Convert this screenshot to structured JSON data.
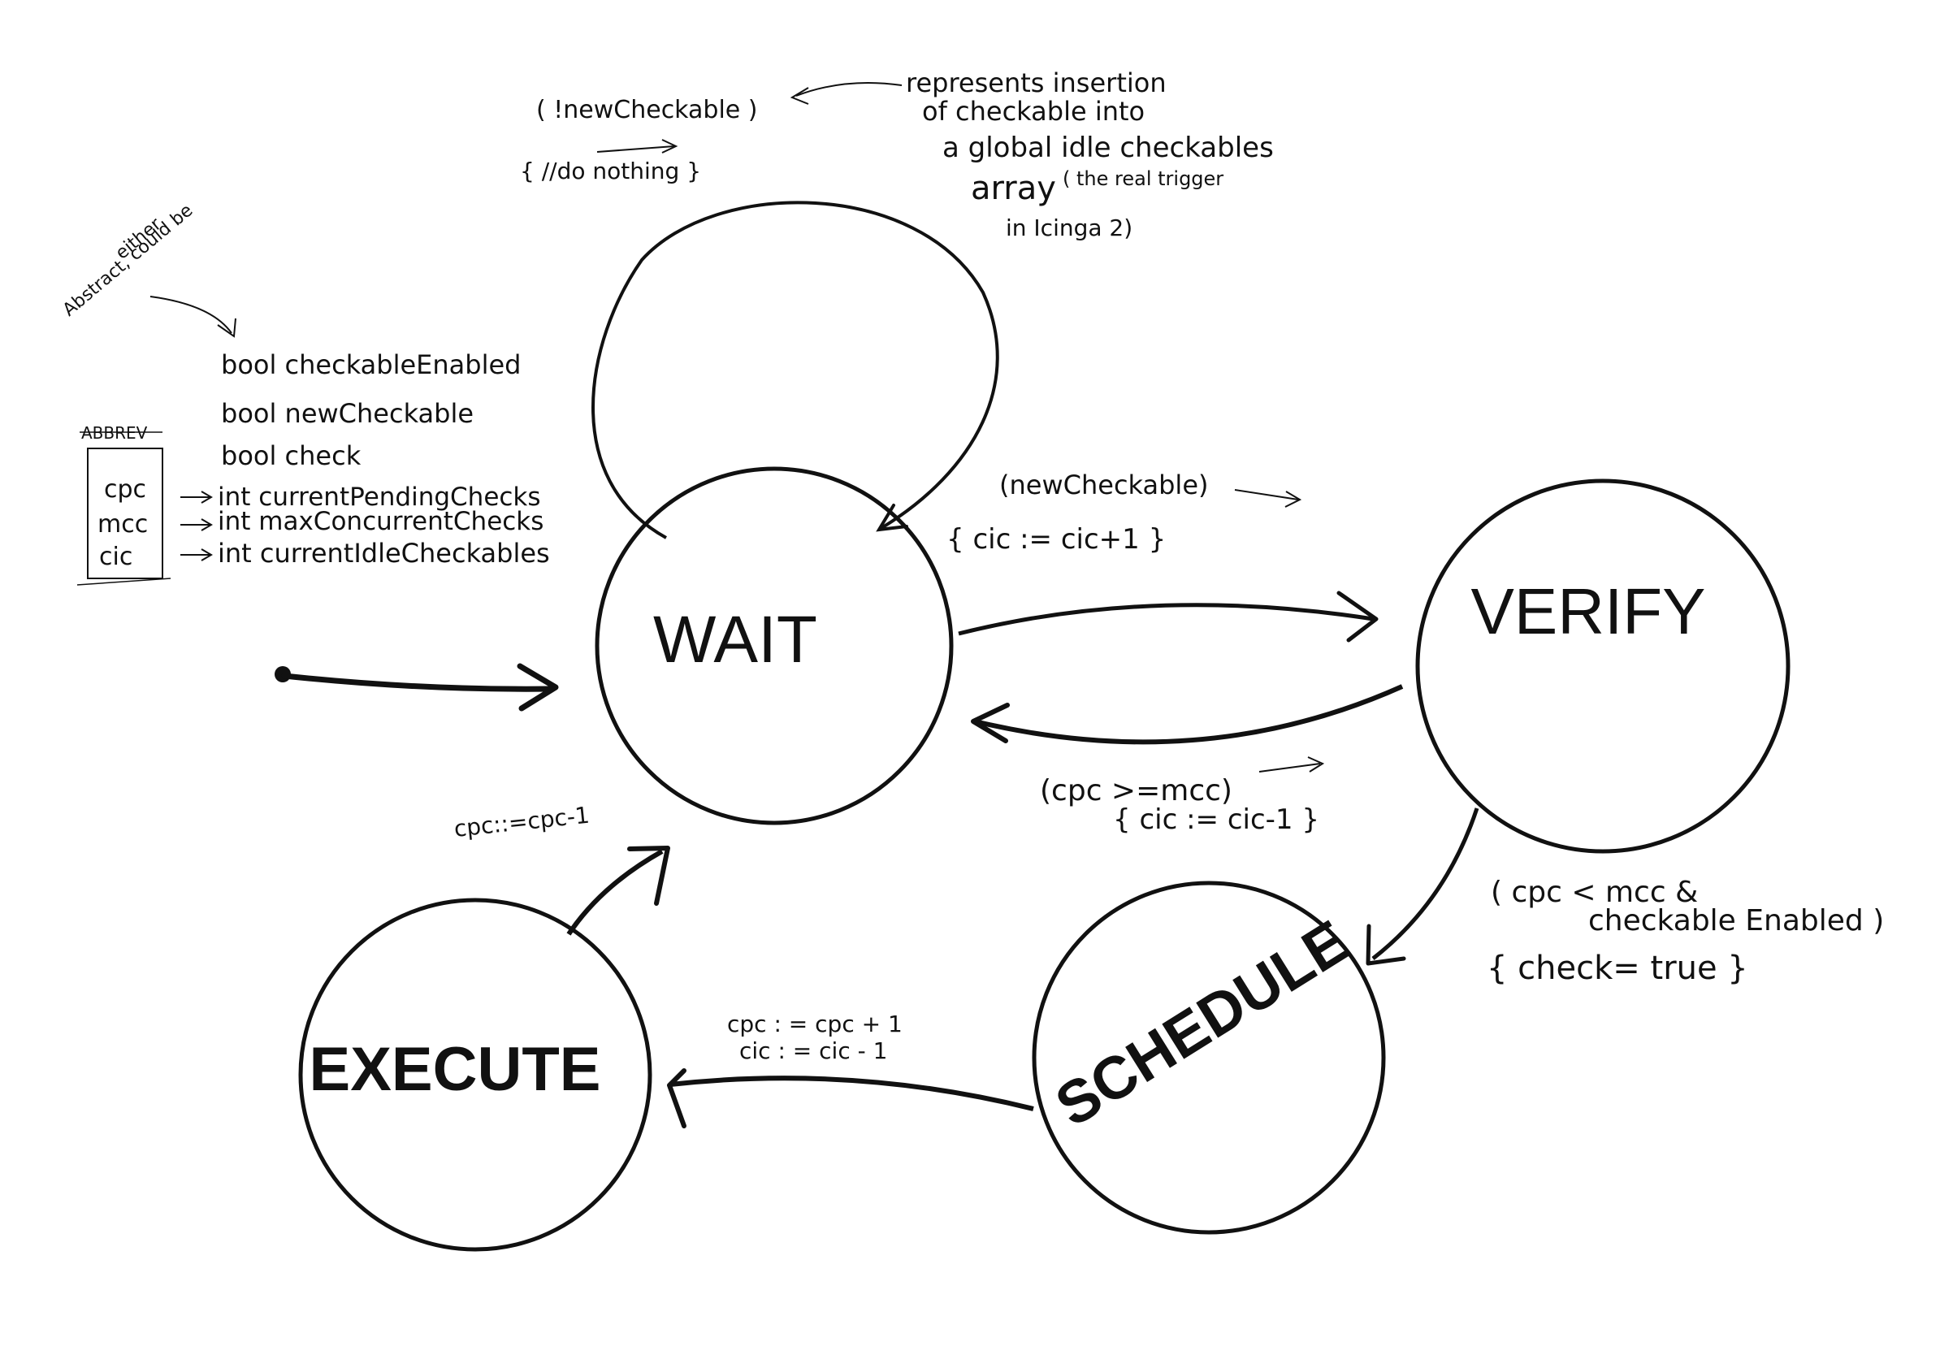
{
  "states": {
    "wait": "WAIT",
    "verify": "VERIFY",
    "schedule": "SCHEDULE",
    "execute": "EXECUTE"
  },
  "transitions": {
    "self_loop_guard": "( !newCheckable )",
    "self_loop_action": "{ //do nothing }",
    "wait_to_verify_guard": "(newCheckable)",
    "wait_to_verify_action": "{ cic := cic+1 }",
    "verify_to_wait_guard": "(cpc >=mcc)",
    "verify_to_wait_action": "{ cic := cic-1 }",
    "verify_to_schedule_guard_1": "( cpc < mcc &",
    "verify_to_schedule_guard_2": "checkable Enabled )",
    "verify_to_schedule_action": "{ check= true }",
    "schedule_to_execute_action_1": "cpc : = cpc + 1",
    "schedule_to_execute_action_2": "cic : = cic - 1",
    "execute_to_wait_action": "cpc::=cpc-1"
  },
  "notes": {
    "insertion_lines": [
      "represents insertion",
      "of checkable into",
      "a global idle checkables",
      "array",
      "( the real trigger",
      "in Icinga 2)"
    ],
    "abstract_lines": [
      "Abstract, could be",
      "either"
    ]
  },
  "variables": [
    "bool checkableEnabled",
    "bool newCheckable",
    "bool check",
    "int currentPendingChecks",
    "int maxConcurrentChecks",
    "int currentIdleCheckables"
  ],
  "abbrev": {
    "header": "ABBREV",
    "items": [
      "cpc",
      "mcc",
      "cic"
    ]
  }
}
